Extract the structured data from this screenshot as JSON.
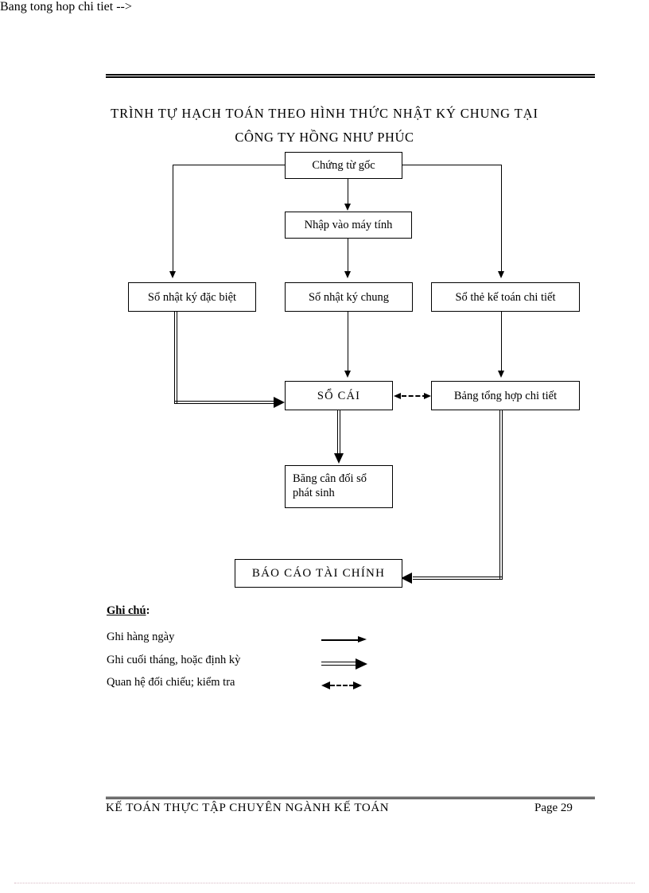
{
  "document": {
    "title_line_1": "TRÌNH TỰ HẠCH TOÁN THEO HÌNH THỨC NHẬT KÝ CHUNG TẠI",
    "title_line_2": "CÔNG TY HỒNG NHƯ PHÚC"
  },
  "diagram": {
    "nodes": {
      "chung_tu_goc": "Chứng từ gốc",
      "nhap_vao_may_tinh": "Nhập vào máy tính",
      "so_nhat_ky_dac_biet": "Sổ nhật ký đặc biệt",
      "so_nhat_ky_chung": "Sổ nhật ký chung",
      "so_the_ke_toan_chi_tiet": "Sổ thẻ kế toán chi tiết",
      "so_cai": "SỔ CÁI",
      "bang_tong_hop_chi_tiet": "Bảng tổng hợp chi tiết",
      "bang_can_doi_line_1": "Băng cân đối sổ",
      "bang_can_doi_line_2": "phát sinh",
      "bao_cao_tai_chinh": "BÁO CÁO TÀI CHÍNH"
    }
  },
  "legend": {
    "heading_label": "Ghi chú",
    "heading_colon": ":",
    "rows": [
      {
        "text": "Ghi hàng ngày",
        "symbol": "single-arrow-icon"
      },
      {
        "text": "Ghi cuối tháng, hoặc định kỳ",
        "symbol": "double-arrow-icon"
      },
      {
        "text": "Quan hệ đối chiếu; kiểm tra",
        "symbol": "dashed-bidirectional-arrow-icon"
      }
    ]
  },
  "footer": {
    "left_text": "KẾ TOÁN THỰC TẬP CHUYÊN NGÀNH KẾ TOÁN",
    "page_label": "Page 29"
  }
}
